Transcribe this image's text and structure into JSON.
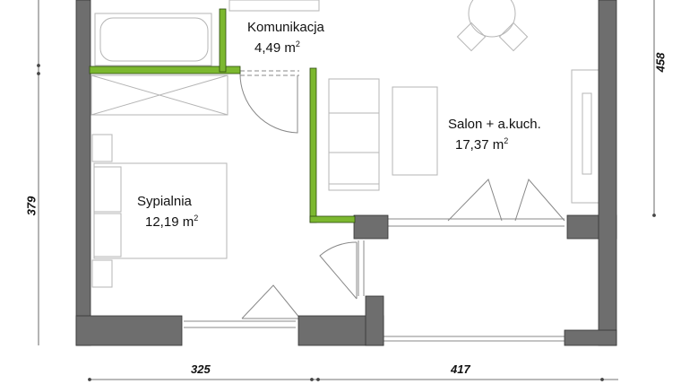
{
  "rooms": [
    {
      "name": "Komunikacja",
      "area": "4,49",
      "unit": "m",
      "sup": "2"
    },
    {
      "name": "Salon + a.kuch.",
      "area": "17,37",
      "unit": "m",
      "sup": "2"
    },
    {
      "name": "Sypialnia",
      "area": "12,19",
      "unit": "m",
      "sup": "2"
    }
  ],
  "dimensions": {
    "left": "379",
    "right": "458",
    "bottom_left": "325",
    "bottom_right": "417"
  },
  "colors": {
    "wall": "#6e6e6e",
    "new_wall": "#7cb82f",
    "furniture": "#b5b5b5"
  }
}
